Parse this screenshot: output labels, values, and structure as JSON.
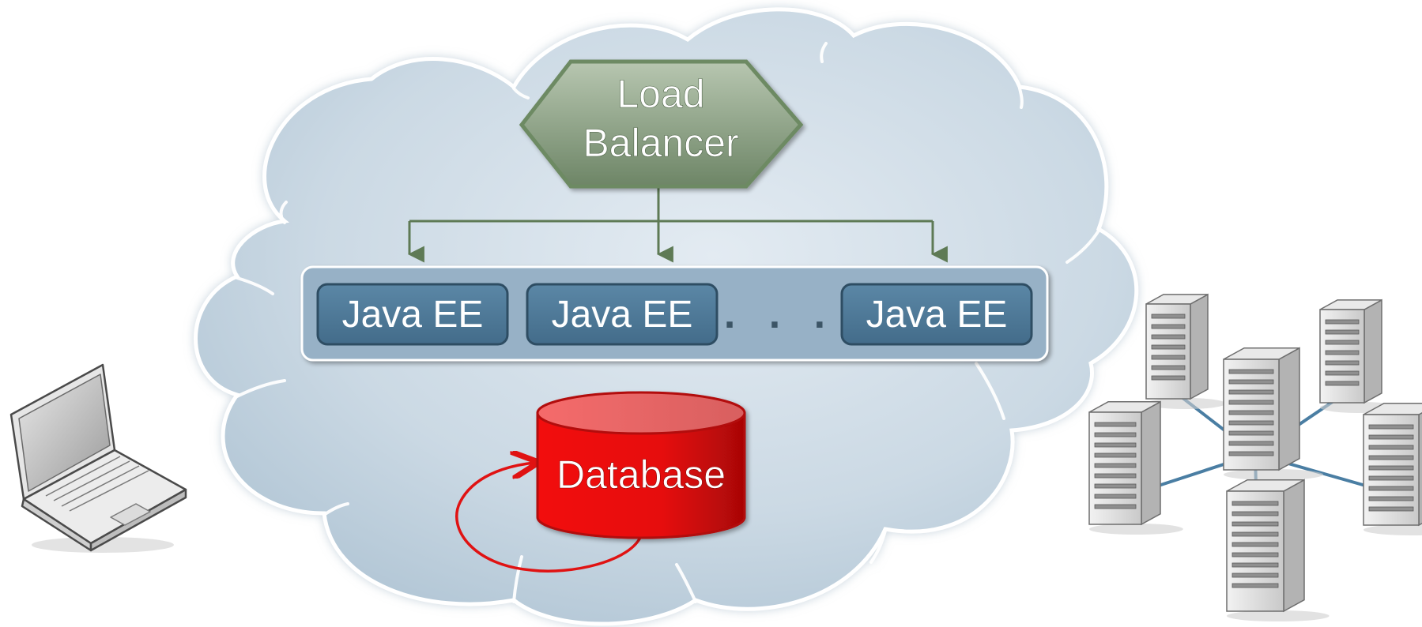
{
  "load_balancer": {
    "line1": "Load",
    "line2": "Balancer"
  },
  "java_ee_nodes": [
    {
      "label": "Java EE"
    },
    {
      "label": "Java EE"
    },
    {
      "label": "Java EE"
    }
  ],
  "ellipsis": ". . .",
  "database": {
    "label": "Database"
  },
  "icons": {
    "client": "laptop-icon",
    "cloud": "cloud-icon",
    "cluster": "server-cluster-icon"
  },
  "colors": {
    "cloud": "#c7d6e2",
    "load_balancer": "#8a9f82",
    "connector": "#5e7a55",
    "java_ee": "#4f7a99",
    "java_ee_container": "#97b1c6",
    "database": "#e01212",
    "cluster_link": "#4a7ea3"
  }
}
